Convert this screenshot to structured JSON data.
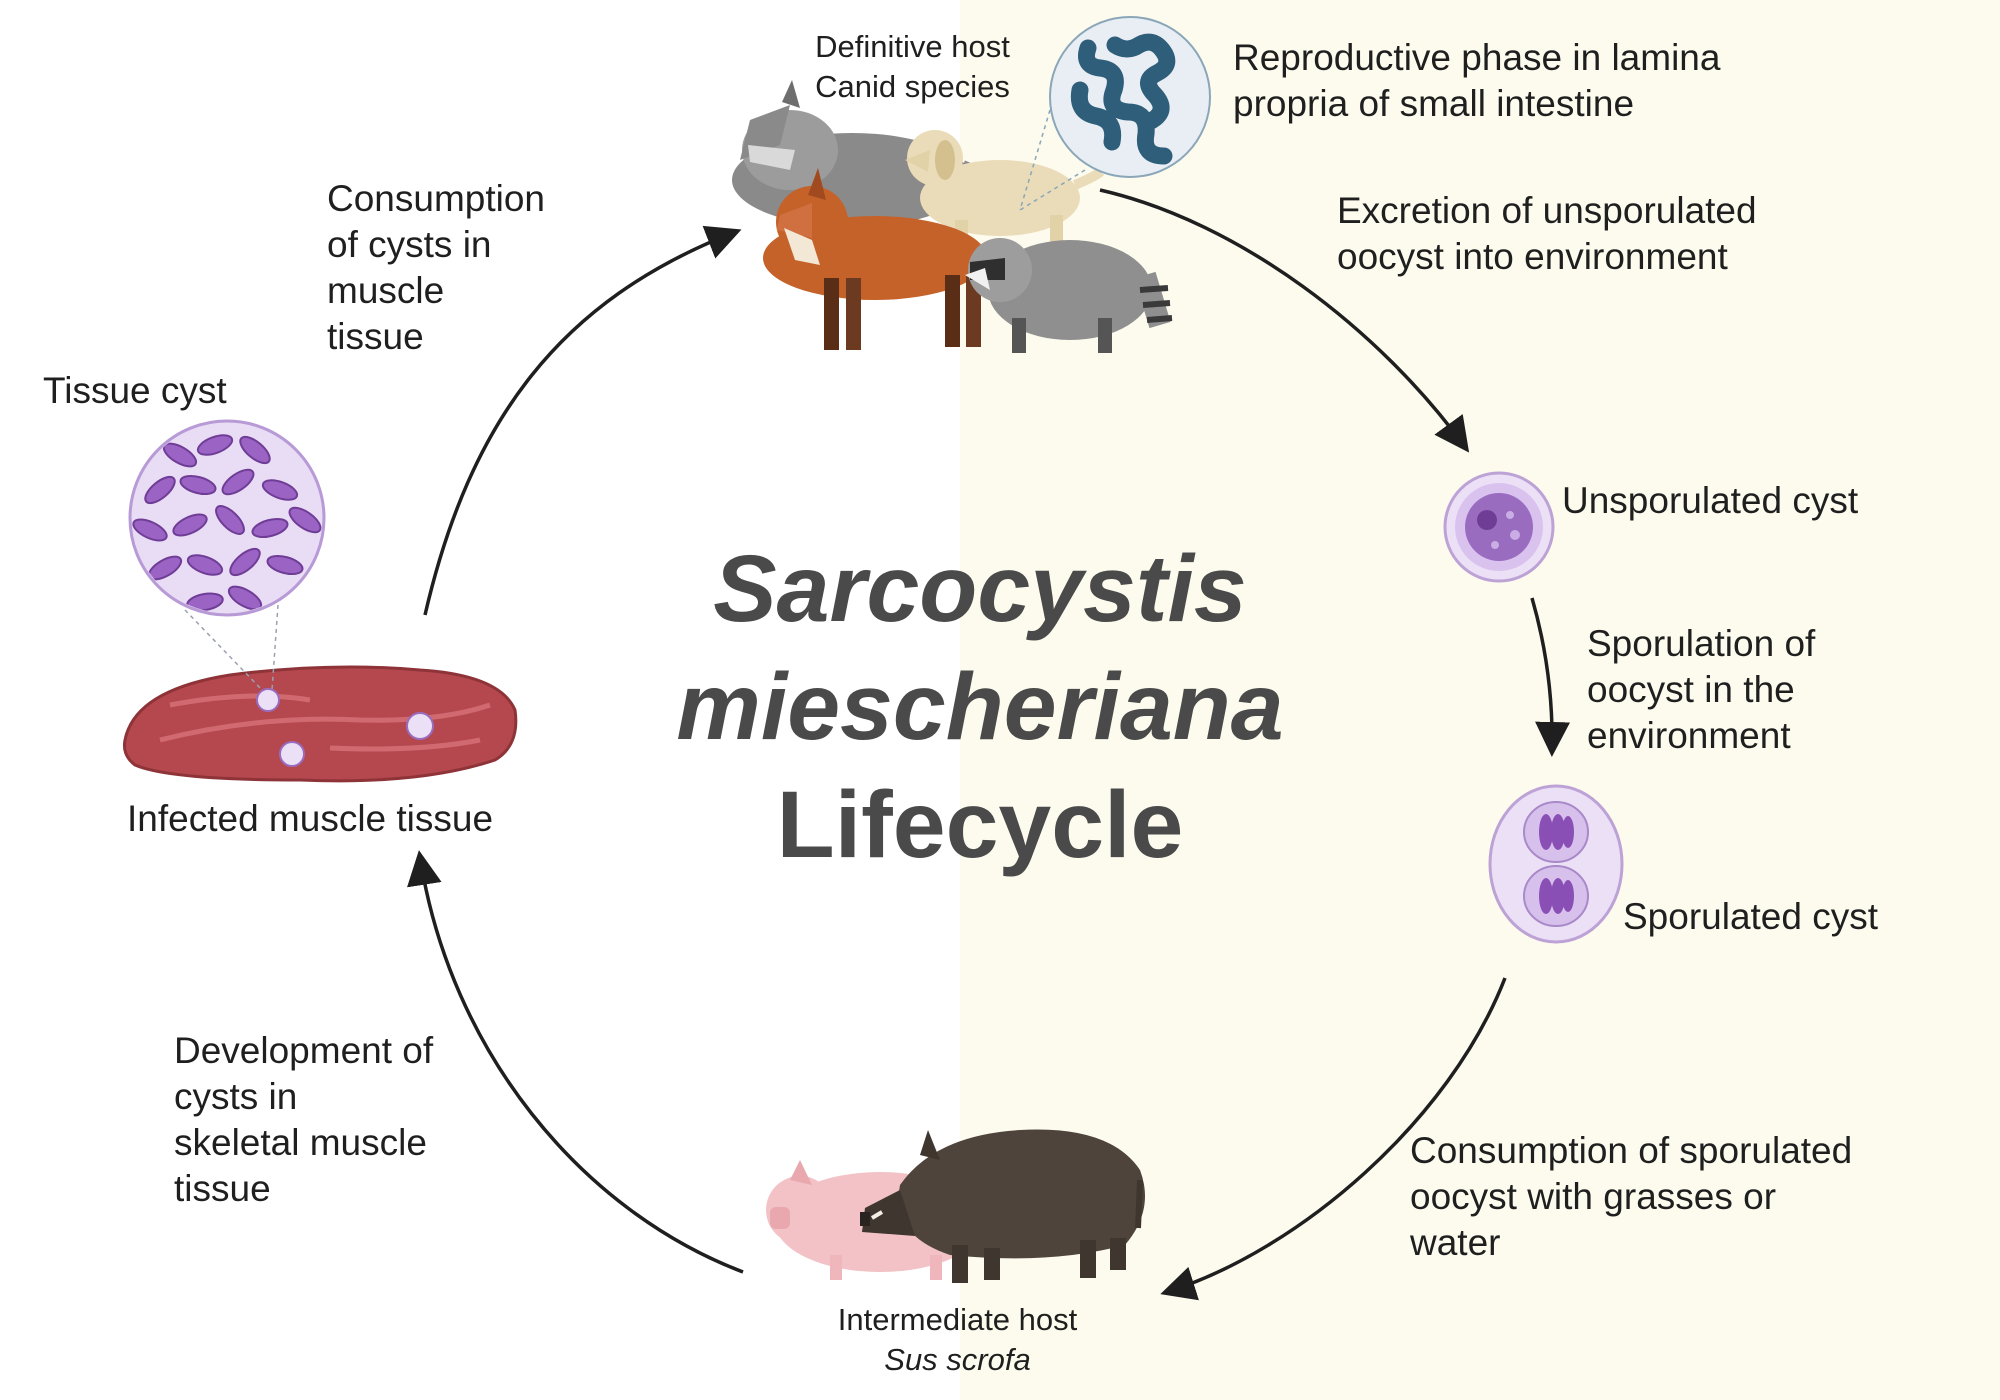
{
  "title": {
    "line1": "Sarcocystis",
    "line2": "miescheriana",
    "line3": "Lifecycle"
  },
  "definitive_host": {
    "line1": "Definitive host",
    "line2": "Canid species"
  },
  "intermediate_host": {
    "line1": "Intermediate host",
    "line2": "Sus scrofa"
  },
  "stages": {
    "reproductive": [
      "Reproductive phase in lamina",
      "propria of small intestine"
    ],
    "excretion": [
      "Excretion of unsporulated",
      "oocyst into environment"
    ],
    "unsporulated": [
      "Unsporulated cyst"
    ],
    "sporulation": [
      "Sporulation of",
      "oocyst in the",
      "environment"
    ],
    "sporulated": [
      "Sporulated cyst"
    ],
    "consumption_oocyst": [
      "Consumption of sporulated",
      "oocyst with grasses or",
      "water"
    ],
    "development": [
      "Development of",
      "cysts in",
      "skeletal muscle",
      "tissue"
    ],
    "infected_muscle": [
      "Infected muscle tissue"
    ],
    "tissue_cyst": [
      "Tissue cyst"
    ],
    "consumption_cysts": [
      "Consumption",
      "of cysts in",
      "muscle",
      "tissue"
    ]
  },
  "colors": {
    "background_right": "#fcfbee",
    "title": "#4a4a4a",
    "arrow": "#1f1f1f",
    "intestine": "#2f5e7a",
    "cyst_purple": "#8e5fb0",
    "cyst_fill": "#e6d8f2",
    "muscle": "#b5484f",
    "pig": "#f2c2c6",
    "boar": "#4f443c",
    "wolf": "#8a8a8a",
    "fox": "#c5622a",
    "dog": "#eadcb8",
    "raccoon": "#8f8f8f"
  },
  "icons": [
    "wolf-icon",
    "dog-icon",
    "fox-icon",
    "raccoon-icon",
    "intestine-icon",
    "unsporulated-cyst-icon",
    "sporulated-cyst-icon",
    "pig-icon",
    "boar-icon",
    "muscle-tissue-icon",
    "tissue-cyst-icon"
  ]
}
